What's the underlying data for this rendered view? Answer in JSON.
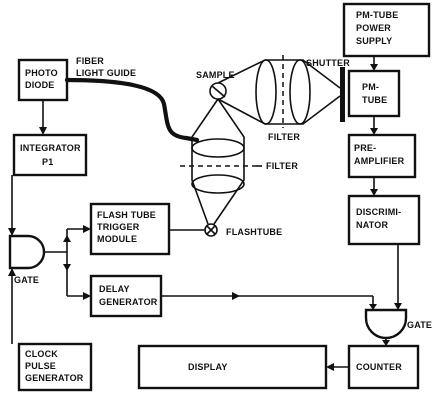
{
  "blocks": {
    "photo_diode": [
      "PHOTO",
      "DIODE"
    ],
    "integrator": [
      "INTEGRATOR",
      "P1"
    ],
    "flash_trigger": [
      "FLASH TUBE",
      "TRIGGER",
      "MODULE"
    ],
    "delay_generator": [
      "DELAY",
      "GENERATOR"
    ],
    "clock_generator": [
      "CLOCK",
      "PULSE",
      "GENERATOR"
    ],
    "display": "DISPLAY",
    "pm_power": [
      "PM-TUBE",
      "POWER",
      "SUPPLY"
    ],
    "pm_tube": [
      "PM-",
      "TUBE"
    ],
    "preamplifier": [
      "PRE-",
      "AMPLIFIER"
    ],
    "discriminator": [
      "DISCRIMI-",
      "NATOR"
    ],
    "counter": "COUNTER"
  },
  "labels": {
    "fiber": [
      "FIBER",
      "LIGHT GUIDE"
    ],
    "sample": "SAMPLE",
    "shutter": "SHUTTER",
    "filter_right": "FILTER",
    "filter_lower": "FILTER",
    "flashtube": "FLASHTUBE",
    "gate_left": "GATE",
    "gate_right": "GATE"
  }
}
